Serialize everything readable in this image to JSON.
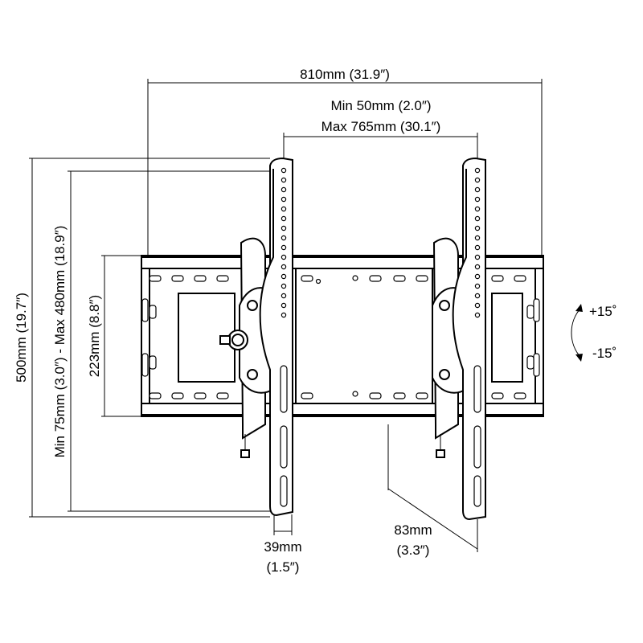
{
  "dimensions": {
    "overall_width": "810mm (31.9″)",
    "arm_spacing_min": "Min 50mm (2.0″)",
    "arm_spacing_max": "Max 765mm (30.1″)",
    "overall_height": "500mm (19.7″)",
    "arm_height_range": "Min 75mm (3.0″) - Max 480mm (18.9″)",
    "plate_height": "223mm (8.8″)",
    "arm_width_value": "39mm",
    "arm_width_inch": "(1.5″)",
    "depth_value": "83mm",
    "depth_inch": "(3.3″)",
    "tilt_up": "+15˚",
    "tilt_down": "-15˚"
  }
}
